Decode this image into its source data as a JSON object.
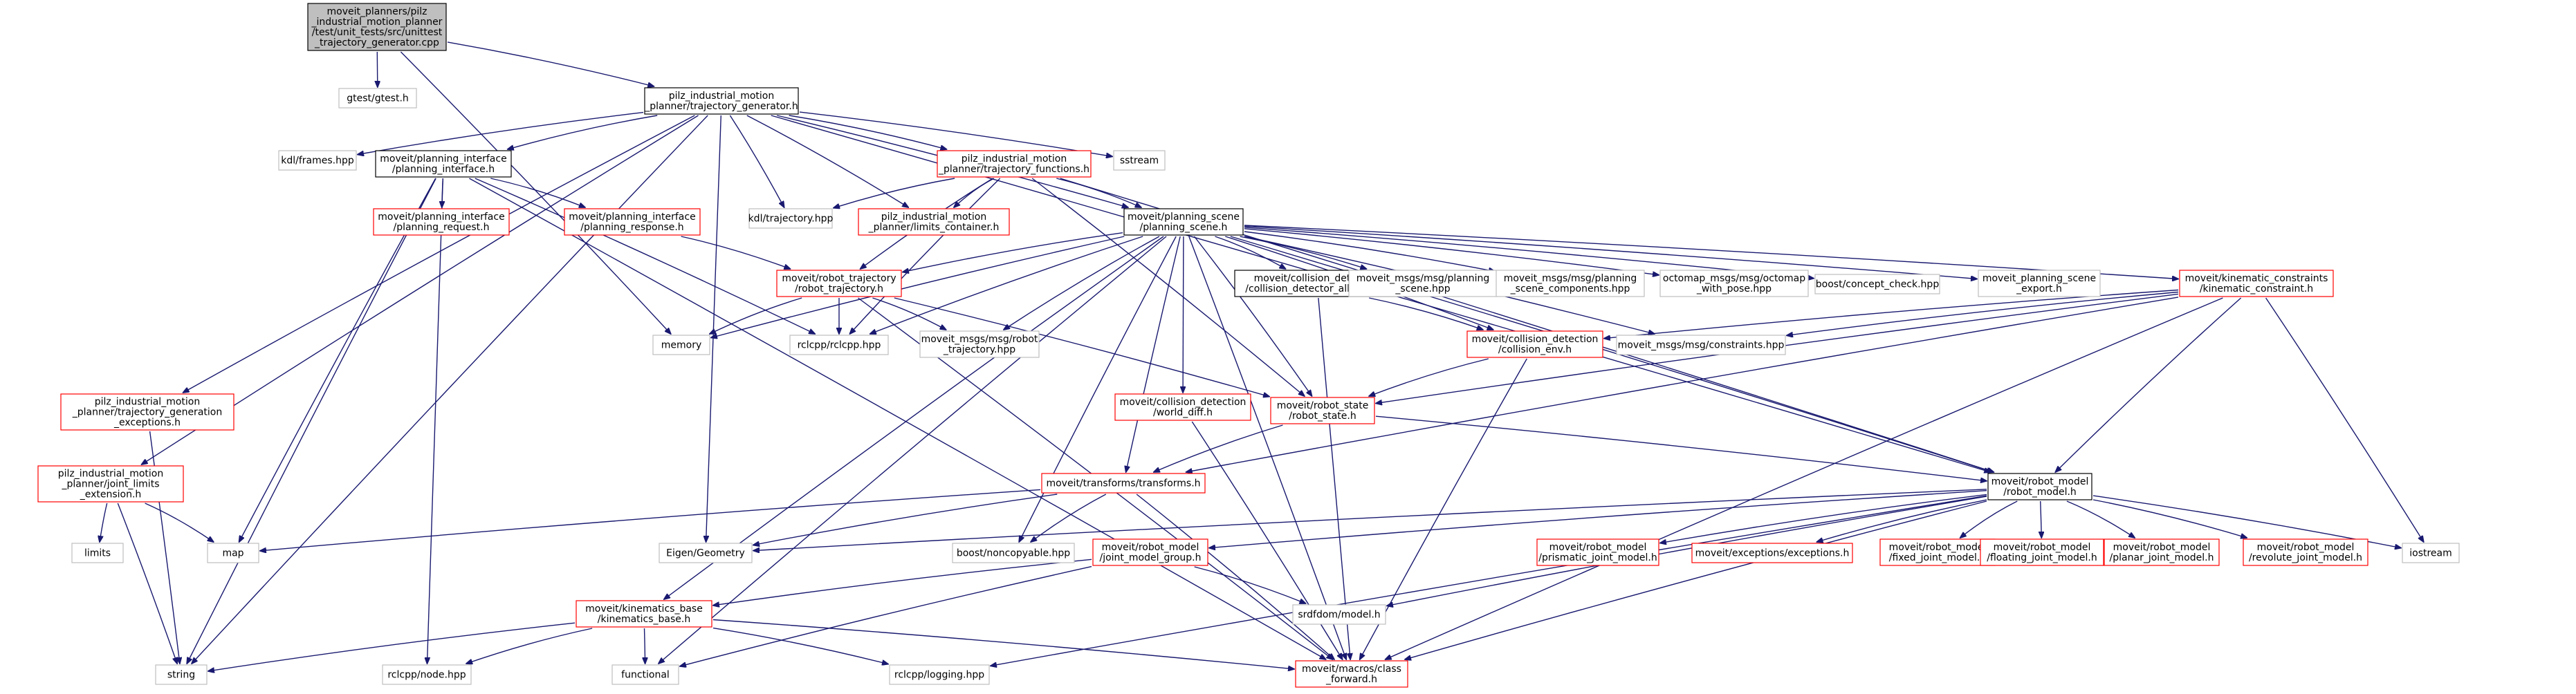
{
  "colors": {
    "edge": "#191970",
    "node_fill": "#ffffff",
    "root_fill": "#bfbfbf",
    "border_black": "#000000",
    "border_red": "#ff0000",
    "border_gray": "#bfbfbf"
  },
  "nodes": [
    {
      "id": "root",
      "lines": [
        "moveit_planners/pilz",
        "_industrial_motion_planner",
        "/test/unit_tests/src/unittest",
        "_trajectory_generator.cpp"
      ],
      "style": "root"
    },
    {
      "id": "gtest",
      "lines": [
        "gtest/gtest.h"
      ],
      "style": "gray"
    },
    {
      "id": "traj_gen",
      "lines": [
        "pilz_industrial_motion",
        "_planner/trajectory_generator.h"
      ],
      "style": "black"
    },
    {
      "id": "kdl_frames",
      "lines": [
        "kdl/frames.hpp"
      ],
      "style": "gray"
    },
    {
      "id": "planning_interface",
      "lines": [
        "moveit/planning_interface",
        "/planning_interface.h"
      ],
      "style": "black"
    },
    {
      "id": "traj_functions",
      "lines": [
        "pilz_industrial_motion",
        "_planner/trajectory_functions.h"
      ],
      "style": "red"
    },
    {
      "id": "sstream",
      "lines": [
        "sstream"
      ],
      "style": "gray"
    },
    {
      "id": "planning_request",
      "lines": [
        "moveit/planning_interface",
        "/planning_request.h"
      ],
      "style": "red"
    },
    {
      "id": "planning_response",
      "lines": [
        "moveit/planning_interface",
        "/planning_response.h"
      ],
      "style": "red"
    },
    {
      "id": "kdl_traj",
      "lines": [
        "kdl/trajectory.hpp"
      ],
      "style": "gray"
    },
    {
      "id": "limits_container",
      "lines": [
        "pilz_industrial_motion",
        "_planner/limits_container.h"
      ],
      "style": "red"
    },
    {
      "id": "planning_scene",
      "lines": [
        "moveit/planning_scene",
        "/planning_scene.h"
      ],
      "style": "black"
    },
    {
      "id": "robot_trajectory",
      "lines": [
        "moveit/robot_trajectory",
        "/robot_trajectory.h"
      ],
      "style": "red"
    },
    {
      "id": "collision_alloc",
      "lines": [
        "moveit/collision_detection",
        "/collision_detector_allocator.h"
      ],
      "style": "black"
    },
    {
      "id": "msg_planning_scene",
      "lines": [
        "moveit_msgs/msg/planning",
        "_scene.hpp"
      ],
      "style": "gray"
    },
    {
      "id": "msg_scene_components",
      "lines": [
        "moveit_msgs/msg/planning",
        "_scene_components.hpp"
      ],
      "style": "gray"
    },
    {
      "id": "octomap",
      "lines": [
        "octomap_msgs/msg/octomap",
        "_with_pose.hpp"
      ],
      "style": "gray"
    },
    {
      "id": "concept_check",
      "lines": [
        "boost/concept_check.hpp"
      ],
      "style": "gray"
    },
    {
      "id": "scene_export",
      "lines": [
        "moveit_planning_scene",
        "_export.h"
      ],
      "style": "gray"
    },
    {
      "id": "kin_constraint",
      "lines": [
        "moveit/kinematic_constraints",
        "/kinematic_constraint.h"
      ],
      "style": "red"
    },
    {
      "id": "memory",
      "lines": [
        "memory"
      ],
      "style": "gray"
    },
    {
      "id": "rclcpp",
      "lines": [
        "rclcpp/rclcpp.hpp"
      ],
      "style": "gray"
    },
    {
      "id": "msg_robot_traj",
      "lines": [
        "moveit_msgs/msg/robot",
        "_trajectory.hpp"
      ],
      "style": "gray"
    },
    {
      "id": "collision_env",
      "lines": [
        "moveit/collision_detection",
        "/collision_env.h"
      ],
      "style": "red"
    },
    {
      "id": "msg_constraints",
      "lines": [
        "moveit_msgs/msg/constraints.hpp"
      ],
      "style": "gray"
    },
    {
      "id": "gen_exceptions",
      "lines": [
        "pilz_industrial_motion",
        "_planner/trajectory_generation",
        "_exceptions.h"
      ],
      "style": "red"
    },
    {
      "id": "world_diff",
      "lines": [
        "moveit/collision_detection",
        "/world_diff.h"
      ],
      "style": "red"
    },
    {
      "id": "robot_state",
      "lines": [
        "moveit/robot_state",
        "/robot_state.h"
      ],
      "style": "red"
    },
    {
      "id": "joint_limits_ext",
      "lines": [
        "pilz_industrial_motion",
        "_planner/joint_limits",
        "_extension.h"
      ],
      "style": "red"
    },
    {
      "id": "transforms",
      "lines": [
        "moveit/transforms/transforms.h"
      ],
      "style": "red"
    },
    {
      "id": "robot_model",
      "lines": [
        "moveit/robot_model",
        "/robot_model.h"
      ],
      "style": "black"
    },
    {
      "id": "limits",
      "lines": [
        "limits"
      ],
      "style": "gray"
    },
    {
      "id": "map",
      "lines": [
        "map"
      ],
      "style": "gray"
    },
    {
      "id": "eigen",
      "lines": [
        "Eigen/Geometry"
      ],
      "style": "gray"
    },
    {
      "id": "noncopyable",
      "lines": [
        "boost/noncopyable.hpp"
      ],
      "style": "gray"
    },
    {
      "id": "joint_model_group",
      "lines": [
        "moveit/robot_model",
        "/joint_model_group.h"
      ],
      "style": "red"
    },
    {
      "id": "prismatic",
      "lines": [
        "moveit/robot_model",
        "/prismatic_joint_model.h"
      ],
      "style": "red"
    },
    {
      "id": "exceptions",
      "lines": [
        "moveit/exceptions/exceptions.h"
      ],
      "style": "red"
    },
    {
      "id": "fixed",
      "lines": [
        "moveit/robot_model",
        "/fixed_joint_model.h"
      ],
      "style": "red"
    },
    {
      "id": "floating",
      "lines": [
        "moveit/robot_model",
        "/floating_joint_model.h"
      ],
      "style": "red"
    },
    {
      "id": "planar",
      "lines": [
        "moveit/robot_model",
        "/planar_joint_model.h"
      ],
      "style": "red"
    },
    {
      "id": "revolute",
      "lines": [
        "moveit/robot_model",
        "/revolute_joint_model.h"
      ],
      "style": "red"
    },
    {
      "id": "iostream",
      "lines": [
        "iostream"
      ],
      "style": "gray"
    },
    {
      "id": "kinematics_base",
      "lines": [
        "moveit/kinematics_base",
        "/kinematics_base.h"
      ],
      "style": "red"
    },
    {
      "id": "srdfdom",
      "lines": [
        "srdfdom/model.h"
      ],
      "style": "gray"
    },
    {
      "id": "string",
      "lines": [
        "string"
      ],
      "style": "gray"
    },
    {
      "id": "rclcpp_node",
      "lines": [
        "rclcpp/node.hpp"
      ],
      "style": "gray"
    },
    {
      "id": "functional",
      "lines": [
        "functional"
      ],
      "style": "gray"
    },
    {
      "id": "rclcpp_logging",
      "lines": [
        "rclcpp/logging.hpp"
      ],
      "style": "gray"
    },
    {
      "id": "class_forward",
      "lines": [
        "moveit/macros/class",
        "_forward.h"
      ],
      "style": "red"
    }
  ],
  "edges": [
    [
      "root",
      "gtest"
    ],
    [
      "root",
      "traj_gen"
    ],
    [
      "root",
      "memory"
    ],
    [
      "traj_gen",
      "kdl_frames"
    ],
    [
      "traj_gen",
      "planning_interface"
    ],
    [
      "traj_gen",
      "traj_functions"
    ],
    [
      "traj_gen",
      "sstream"
    ],
    [
      "traj_gen",
      "kdl_traj"
    ],
    [
      "traj_gen",
      "limits_container"
    ],
    [
      "traj_gen",
      "planning_scene"
    ],
    [
      "traj_gen",
      "gen_exceptions"
    ],
    [
      "traj_gen",
      "joint_limits_ext"
    ],
    [
      "traj_gen",
      "eigen"
    ],
    [
      "traj_gen",
      "string"
    ],
    [
      "traj_gen",
      "robot_model"
    ],
    [
      "planning_interface",
      "planning_request"
    ],
    [
      "planning_interface",
      "planning_response"
    ],
    [
      "planning_interface",
      "map"
    ],
    [
      "planning_interface",
      "string"
    ],
    [
      "planning_interface",
      "rclcpp_node"
    ],
    [
      "planning_interface",
      "class_forward"
    ],
    [
      "planning_interface",
      "rclcpp"
    ],
    [
      "planning_response",
      "robot_trajectory"
    ],
    [
      "traj_functions",
      "kdl_traj"
    ],
    [
      "traj_functions",
      "limits_container"
    ],
    [
      "traj_functions",
      "planning_scene"
    ],
    [
      "traj_functions",
      "robot_model"
    ],
    [
      "traj_functions",
      "robot_state"
    ],
    [
      "traj_functions",
      "robot_trajectory"
    ],
    [
      "traj_functions",
      "rclcpp"
    ],
    [
      "planning_scene",
      "robot_trajectory"
    ],
    [
      "planning_scene",
      "collision_alloc"
    ],
    [
      "planning_scene",
      "msg_planning_scene"
    ],
    [
      "planning_scene",
      "msg_scene_components"
    ],
    [
      "planning_scene",
      "octomap"
    ],
    [
      "planning_scene",
      "concept_check"
    ],
    [
      "planning_scene",
      "scene_export"
    ],
    [
      "planning_scene",
      "kin_constraint"
    ],
    [
      "planning_scene",
      "memory"
    ],
    [
      "planning_scene",
      "msg_robot_traj"
    ],
    [
      "planning_scene",
      "collision_env"
    ],
    [
      "planning_scene",
      "world_diff"
    ],
    [
      "planning_scene",
      "robot_state"
    ],
    [
      "planning_scene",
      "transforms"
    ],
    [
      "planning_scene",
      "noncopyable"
    ],
    [
      "planning_scene",
      "kinematics_base"
    ],
    [
      "planning_scene",
      "functional"
    ],
    [
      "planning_scene",
      "class_forward"
    ],
    [
      "planning_scene",
      "robot_model"
    ],
    [
      "planning_scene",
      "msg_constraints"
    ],
    [
      "planning_scene",
      "rclcpp"
    ],
    [
      "robot_trajectory",
      "memory"
    ],
    [
      "robot_trajectory",
      "rclcpp"
    ],
    [
      "robot_trajectory",
      "msg_robot_traj"
    ],
    [
      "robot_trajectory",
      "robot_state"
    ],
    [
      "robot_trajectory",
      "class_forward"
    ],
    [
      "collision_alloc",
      "collision_env"
    ],
    [
      "collision_alloc",
      "class_forward"
    ],
    [
      "kin_constraint",
      "collision_env"
    ],
    [
      "kin_constraint",
      "msg_constraints"
    ],
    [
      "kin_constraint",
      "robot_state"
    ],
    [
      "kin_constraint",
      "robot_model"
    ],
    [
      "kin_constraint",
      "iostream"
    ],
    [
      "kin_constraint",
      "transforms"
    ],
    [
      "kin_constraint",
      "class_forward"
    ],
    [
      "collision_env",
      "robot_state"
    ],
    [
      "collision_env",
      "class_forward"
    ],
    [
      "gen_exceptions",
      "string"
    ],
    [
      "world_diff",
      "class_forward"
    ],
    [
      "robot_state",
      "transforms"
    ],
    [
      "robot_state",
      "robot_model"
    ],
    [
      "joint_limits_ext",
      "limits"
    ],
    [
      "joint_limits_ext",
      "map"
    ],
    [
      "joint_limits_ext",
      "string"
    ],
    [
      "transforms",
      "map"
    ],
    [
      "transforms",
      "eigen"
    ],
    [
      "transforms",
      "noncopyable"
    ],
    [
      "transforms",
      "class_forward"
    ],
    [
      "robot_model",
      "eigen"
    ],
    [
      "robot_model",
      "joint_model_group"
    ],
    [
      "robot_model",
      "prismatic"
    ],
    [
      "robot_model",
      "exceptions"
    ],
    [
      "robot_model",
      "fixed"
    ],
    [
      "robot_model",
      "floating"
    ],
    [
      "robot_model",
      "planar"
    ],
    [
      "robot_model",
      "revolute"
    ],
    [
      "robot_model",
      "iostream"
    ],
    [
      "robot_model",
      "srdfdom"
    ],
    [
      "robot_model",
      "rclcpp_logging"
    ],
    [
      "robot_model",
      "class_forward"
    ],
    [
      "joint_model_group",
      "kinematics_base"
    ],
    [
      "joint_model_group",
      "srdfdom"
    ],
    [
      "joint_model_group",
      "functional"
    ],
    [
      "kinematics_base",
      "string"
    ],
    [
      "kinematics_base",
      "rclcpp_node"
    ],
    [
      "kinematics_base",
      "functional"
    ],
    [
      "kinematics_base",
      "rclcpp_logging"
    ],
    [
      "kinematics_base",
      "class_forward"
    ]
  ]
}
